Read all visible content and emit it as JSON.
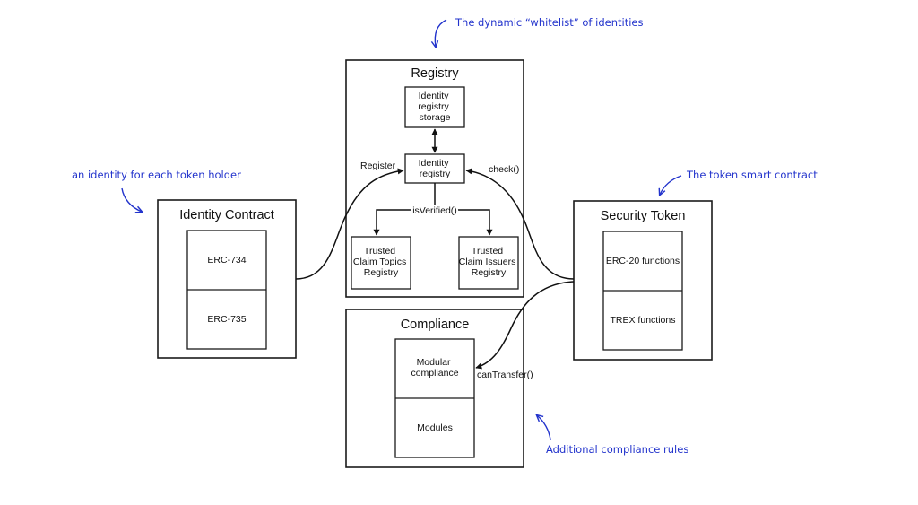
{
  "colors": {
    "annotation": "#2233cc",
    "stroke": "#1a1a1a",
    "background": "#ffffff"
  },
  "annotations": {
    "whitelist": "The dynamic “whitelist” of identities",
    "identity_per_holder": "an identity for each token holder",
    "token_contract": "The token smart contract",
    "compliance_rules": "Additional compliance rules"
  },
  "registry": {
    "title": "Registry",
    "storage": [
      "Identity",
      "registry",
      "storage"
    ],
    "identity_registry": [
      "Identity",
      "registry"
    ],
    "topics": [
      "Trusted",
      "Claim Topics",
      "Registry"
    ],
    "issuers": [
      "Trusted",
      "Claim Issuers",
      "Registry"
    ]
  },
  "identity_contract": {
    "title": "Identity Contract",
    "parts": [
      "ERC-734",
      "ERC-735"
    ]
  },
  "security_token": {
    "title": "Security Token",
    "parts": [
      "ERC-20 functions",
      "TREX functions"
    ]
  },
  "compliance": {
    "title": "Compliance",
    "modular": [
      "Modular",
      "compliance"
    ],
    "modules": "Modules"
  },
  "edges": {
    "register": "Register",
    "check": "check()",
    "is_verified": "isVerified()",
    "can_transfer": "canTransfer()"
  }
}
